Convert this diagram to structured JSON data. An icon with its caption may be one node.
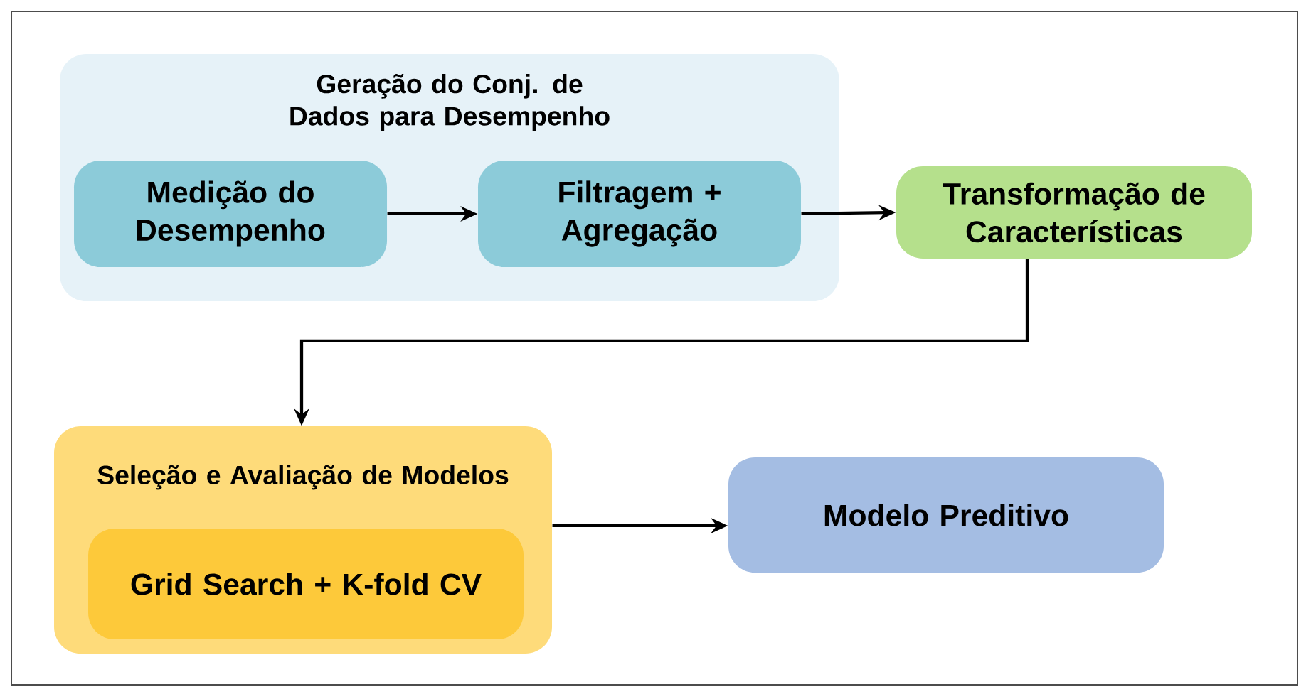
{
  "diagram": {
    "nodes": [
      {
        "text": [
          "Geração do Conj. de Dados para Desempenho"
        ]
      },
      {
        "text": [
          "Medição do Desempenho"
        ],
        "in": 0
      },
      {
        "text": [
          "Filtragem + Agregação"
        ],
        "in": 0
      },
      {
        "text": [
          "Transformação de Características"
        ]
      },
      {
        "text": [
          "Seleção e Avaliação de Modelos"
        ]
      },
      {
        "text": [
          "Grid Search + K-fold CV"
        ],
        "in": 4
      },
      {
        "text": [
          "Modelo Preditivo"
        ]
      }
    ],
    "edges": [
      {
        "from": 1,
        "to": 2,
        "arrow": "to"
      },
      {
        "from": 2,
        "to": 3,
        "arrow": "to"
      },
      {
        "from": 3,
        "to": 4,
        "arrow": "to"
      },
      {
        "from": 4,
        "to": 6,
        "arrow": "to"
      }
    ]
  }
}
